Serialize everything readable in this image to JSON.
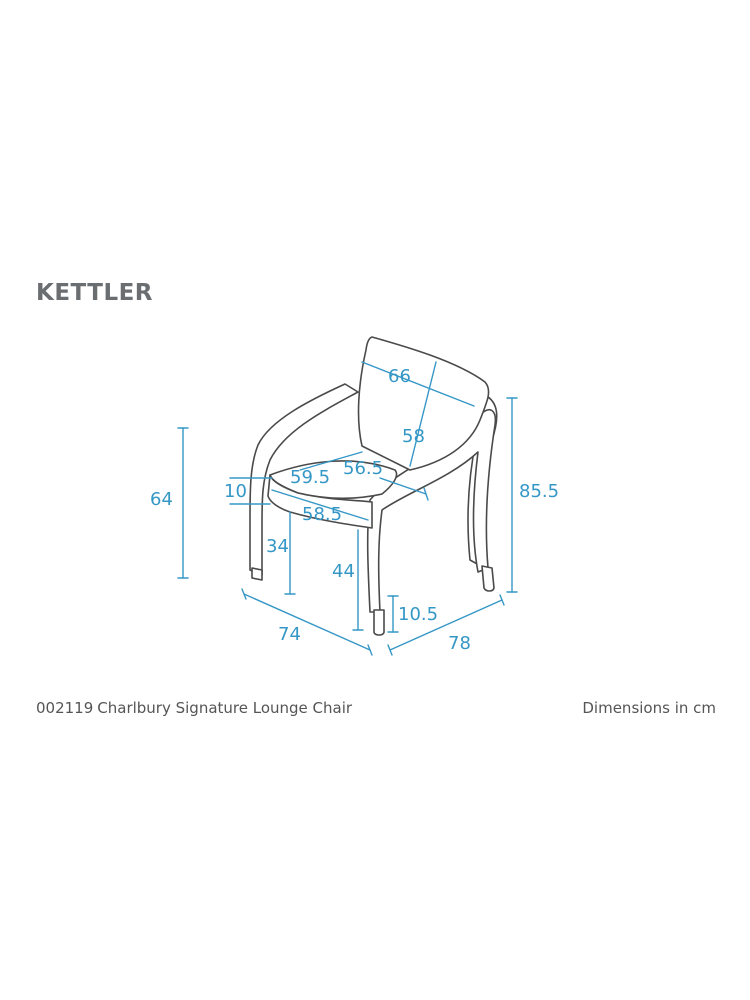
{
  "brand": "KETTLER",
  "product": {
    "code": "002119",
    "name": "Charlbury Signature Lounge Chair"
  },
  "units_note": "Dimensions in cm",
  "dimensions": {
    "back_cushion_width": "66",
    "back_cushion_height": "58",
    "seat_cushion_width": "59.5",
    "seat_cushion_depth": "56.5",
    "seat_cushion_thickness": "10",
    "seat_front_width": "58.5",
    "arm_height": "64",
    "seat_height_rear": "34",
    "seat_height_front": "44",
    "overall_height": "85.5",
    "leg_height": "10.5",
    "overall_width": "74",
    "overall_depth": "78"
  },
  "colors": {
    "dimension_lines": "#3597c6",
    "chair_outline": "#4a4a4a",
    "logo": "#6b6e71"
  }
}
